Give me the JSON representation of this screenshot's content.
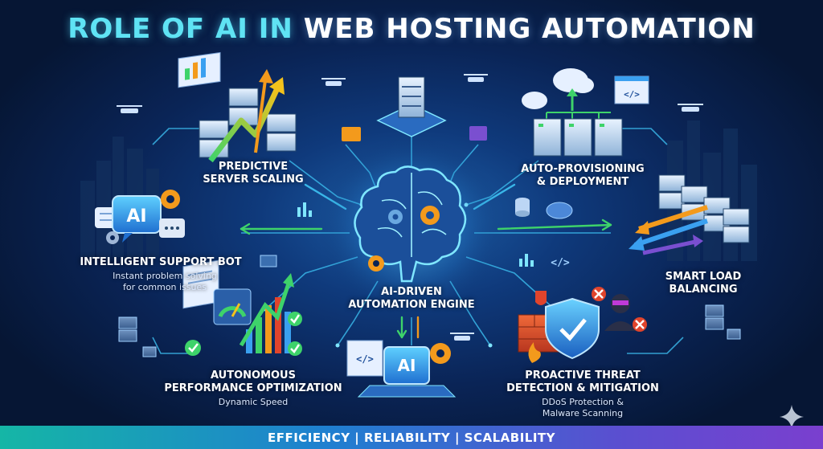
{
  "title": {
    "part1": "ROLE OF AI IN",
    "part2": "WEB HOSTING AUTOMATION"
  },
  "center": {
    "label_line1": "AI-DRIVEN",
    "label_line2": "AUTOMATION ENGINE"
  },
  "nodes": {
    "predictive": {
      "line1": "PREDICTIVE",
      "line2": "SERVER SCALING"
    },
    "provisioning": {
      "line1": "AUTO-PROVISIONING",
      "line2": "& DEPLOYMENT"
    },
    "support": {
      "title": "INTELLIGENT SUPPORT BOT",
      "desc_line1": "Instant problem solving",
      "desc_line2": "for common issues"
    },
    "loadbalancing": {
      "line1": "SMART LOAD",
      "line2": "BALANCING"
    },
    "performance": {
      "line1": "AUTONOMOUS",
      "line2": "PERFORMANCE OPTIMIZATION",
      "desc": "Dynamic Speed"
    },
    "threat": {
      "line1": "PROACTIVE THREAT",
      "line2": "DETECTION & MITIGATION",
      "desc_line1": "DDoS Protection &",
      "desc_line2": "Malware Scanning"
    }
  },
  "badges": {
    "ai_left": "AI",
    "ai_bottom": "AI",
    "code": "</>"
  },
  "footer": "EFFICIENCY | RELIABILITY | SCALABILITY",
  "colors": {
    "cyan": "#5fe3f4",
    "green": "#3ed36a",
    "orange": "#f39a1c",
    "red": "#e0442c",
    "circuit": "#39b6e8"
  }
}
